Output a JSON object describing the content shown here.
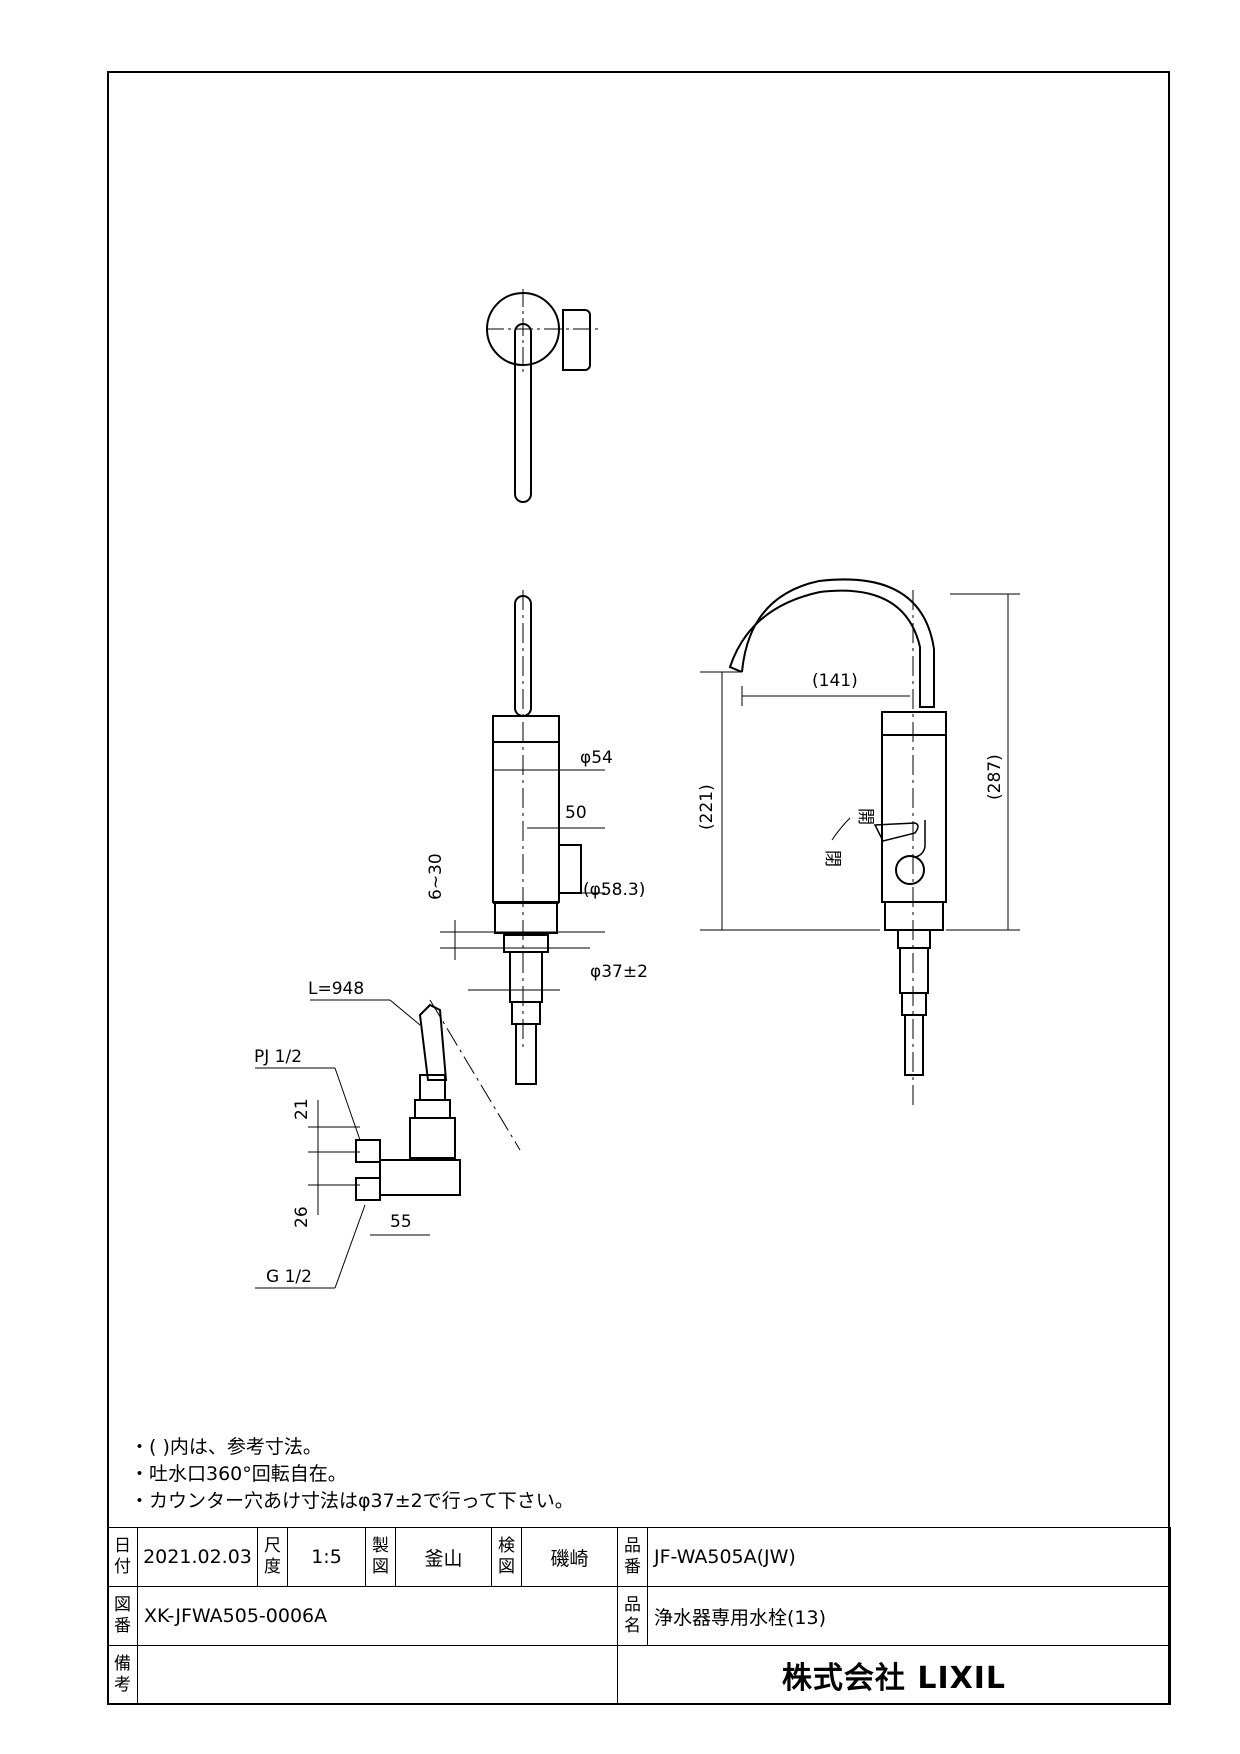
{
  "dimensions": {
    "d54": "φ54",
    "d50": "50",
    "d58": "(φ58.3)",
    "d6_30": "6~30",
    "d37": "φ37±2",
    "L": "L=948",
    "pj": "PJ 1/2",
    "d21": "21",
    "d26": "26",
    "d55": "55",
    "g": "G 1/2",
    "d141": "(141)",
    "d221": "(221)",
    "d287": "(287)",
    "open_label": "開",
    "close_label": "閉"
  },
  "notes": [
    "・(  )内は、参考寸法。",
    "・吐水口360°回転自在。",
    "・カウンター穴あけ寸法はφ37±2で行って下さい。"
  ],
  "title_block": {
    "date_label": "日付",
    "date": "2021.02.03",
    "scale_label": "尺度",
    "scale": "1:5",
    "drawn_label": "製図",
    "drawn": "釜山",
    "checked_label": "検図",
    "checked": "磯崎",
    "part_no_label": "品番",
    "part_no": "JF-WA505A(JW)",
    "drawing_no_label": "図番",
    "drawing_no": "XK-JFWA505-0006A",
    "part_name_label": "品名",
    "part_name": "浄水器専用水栓(13)",
    "remarks_label": "備考",
    "remarks": "",
    "company": "株式会社 LIXIL"
  }
}
